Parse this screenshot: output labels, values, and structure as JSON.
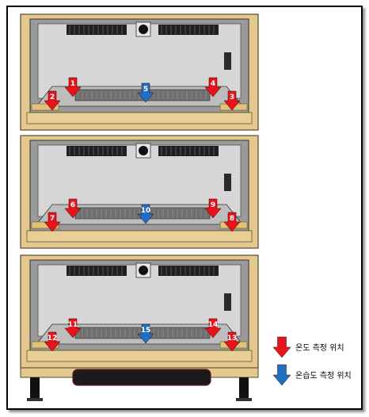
{
  "diagram": {
    "tiers": [
      {
        "name": "upper",
        "markers": [
          {
            "number": "1",
            "type": "temperature"
          },
          {
            "number": "2",
            "type": "temperature"
          },
          {
            "number": "3",
            "type": "temperature"
          },
          {
            "number": "4",
            "type": "temperature"
          },
          {
            "number": "5",
            "type": "temp_humidity"
          }
        ]
      },
      {
        "name": "middle",
        "markers": [
          {
            "number": "6",
            "type": "temperature"
          },
          {
            "number": "7",
            "type": "temperature"
          },
          {
            "number": "8",
            "type": "temperature"
          },
          {
            "number": "9",
            "type": "temperature"
          },
          {
            "number": "10",
            "type": "temp_humidity"
          }
        ]
      },
      {
        "name": "lower",
        "markers": [
          {
            "number": "11",
            "type": "temperature"
          },
          {
            "number": "12",
            "type": "temperature"
          },
          {
            "number": "13",
            "type": "temperature"
          },
          {
            "number": "14",
            "type": "temperature"
          },
          {
            "number": "15",
            "type": "temp_humidity"
          }
        ]
      }
    ]
  },
  "legend": {
    "temperature_label": "온도 측정 위치",
    "temp_humidity_label": "온습도 측정 위치"
  },
  "colors": {
    "temperature": "#e8141b",
    "temp_humidity": "#1f6fc4",
    "frame": "#e3c990",
    "panel": "#d6d6d6"
  }
}
